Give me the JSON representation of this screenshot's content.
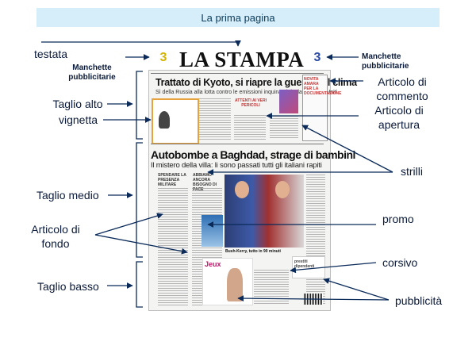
{
  "title": "La prima pagina",
  "newspaper": {
    "masthead": "LA STAMPA",
    "ear_left": "3",
    "ear_right": "3",
    "headline_top": "Trattato di Kyoto, si riapre la guerra sul clima",
    "subhead_top": "Sì della Russia alla lotta contro le emissioni inquinanti, isolati gli Stati Uniti",
    "headline_middle": "Autobombe a Baghdad, strage di bambini",
    "subhead_middle": "Il mistero della villa: li sono passati tutti gli italiani rapiti",
    "col_heading_1": "SPENDARE LA PRESENZA MILITARE",
    "col_heading_2": "ABBIAMO ANCORA BISOGNO DI PACE",
    "box_heading": "ATTENTI AI VERI PERICOLI",
    "right_box_heading": "NOVITA AMARA PER LA DOCUMENTAZIONE",
    "ad_brand": "Jeux",
    "ad_right_brand": "prestiti dipendenti",
    "photo_caption": "Bush-Kerry, tutto in 90 minuti"
  },
  "labels": {
    "testata": "testata",
    "manchette_left": "Manchette pubblicitarie",
    "manchette_right": "Manchette pubblicitarie",
    "taglio_alto": "Taglio alto",
    "vignetta": "vignetta",
    "taglio_medio": "Taglio medio",
    "articolo_fondo": "Articolo di fondo",
    "taglio_basso": "Taglio basso",
    "articolo_commento": "Articolo di commento",
    "articolo_apertura": "Articolo di apertura",
    "strilli": "strilli",
    "promo": "promo",
    "corsivo": "corsivo",
    "pubblicita": "pubblicità"
  },
  "colors": {
    "title_bg": "#d6eef9",
    "arrow": "#0a2a5a",
    "ear_gold": "#d4b400",
    "ear_blue": "#2a4aa8"
  }
}
